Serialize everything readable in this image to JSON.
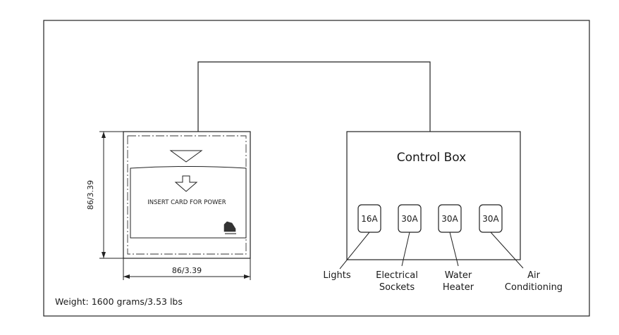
{
  "switch": {
    "instruction": "INSERT CARD FOR POWER",
    "height_dim": "86/3.39",
    "width_dim": "86/3.39"
  },
  "control_box": {
    "title": "Control Box",
    "breakers": [
      {
        "rating": "16A",
        "label_lines": [
          "Lights"
        ]
      },
      {
        "rating": "30A",
        "label_lines": [
          "Electrical",
          "Sockets"
        ]
      },
      {
        "rating": "30A",
        "label_lines": [
          "Water",
          "Heater"
        ]
      },
      {
        "rating": "30A",
        "label_lines": [
          "Air",
          "Conditioning"
        ]
      }
    ]
  },
  "weight": "Weight: 1600 grams/3.53 lbs"
}
